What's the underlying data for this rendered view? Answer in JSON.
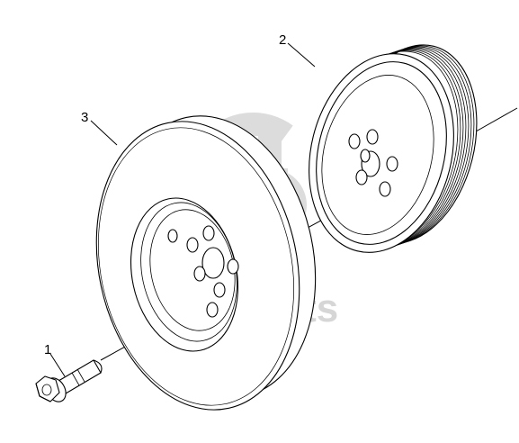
{
  "callouts": [
    {
      "id": "bolt",
      "label": "1"
    },
    {
      "id": "pulley",
      "label": "2"
    },
    {
      "id": "damper",
      "label": "3"
    }
  ],
  "watermark": {
    "text": "ea-parts",
    "color": "#d6d6d6"
  },
  "colors": {
    "line": "#000000",
    "background": "#ffffff"
  }
}
